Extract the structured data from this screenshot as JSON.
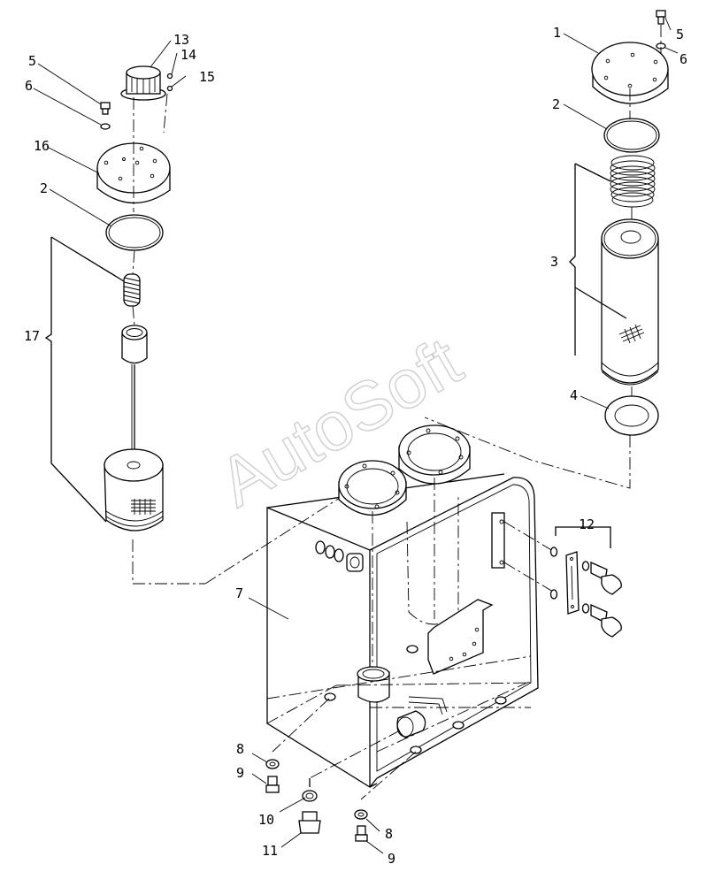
{
  "watermark": "AutoSoft",
  "callouts": [
    {
      "id": "c5-left",
      "text": "5"
    },
    {
      "id": "c6-left",
      "text": "6"
    },
    {
      "id": "c13",
      "text": "13"
    },
    {
      "id": "c14",
      "text": "14"
    },
    {
      "id": "c15",
      "text": "15"
    },
    {
      "id": "c16",
      "text": "16"
    },
    {
      "id": "c2-left",
      "text": "2"
    },
    {
      "id": "c17",
      "text": "17"
    },
    {
      "id": "c1",
      "text": "1"
    },
    {
      "id": "c5-right",
      "text": "5"
    },
    {
      "id": "c6-right",
      "text": "6"
    },
    {
      "id": "c2-right",
      "text": "2"
    },
    {
      "id": "c3",
      "text": "3"
    },
    {
      "id": "c4",
      "text": "4"
    },
    {
      "id": "c12",
      "text": "12"
    },
    {
      "id": "c7",
      "text": "7"
    },
    {
      "id": "c8-left",
      "text": "8"
    },
    {
      "id": "c9-left",
      "text": "9"
    },
    {
      "id": "c10",
      "text": "10"
    },
    {
      "id": "c11",
      "text": "11"
    },
    {
      "id": "c8-right",
      "text": "8"
    },
    {
      "id": "c9-right",
      "text": "9"
    }
  ]
}
